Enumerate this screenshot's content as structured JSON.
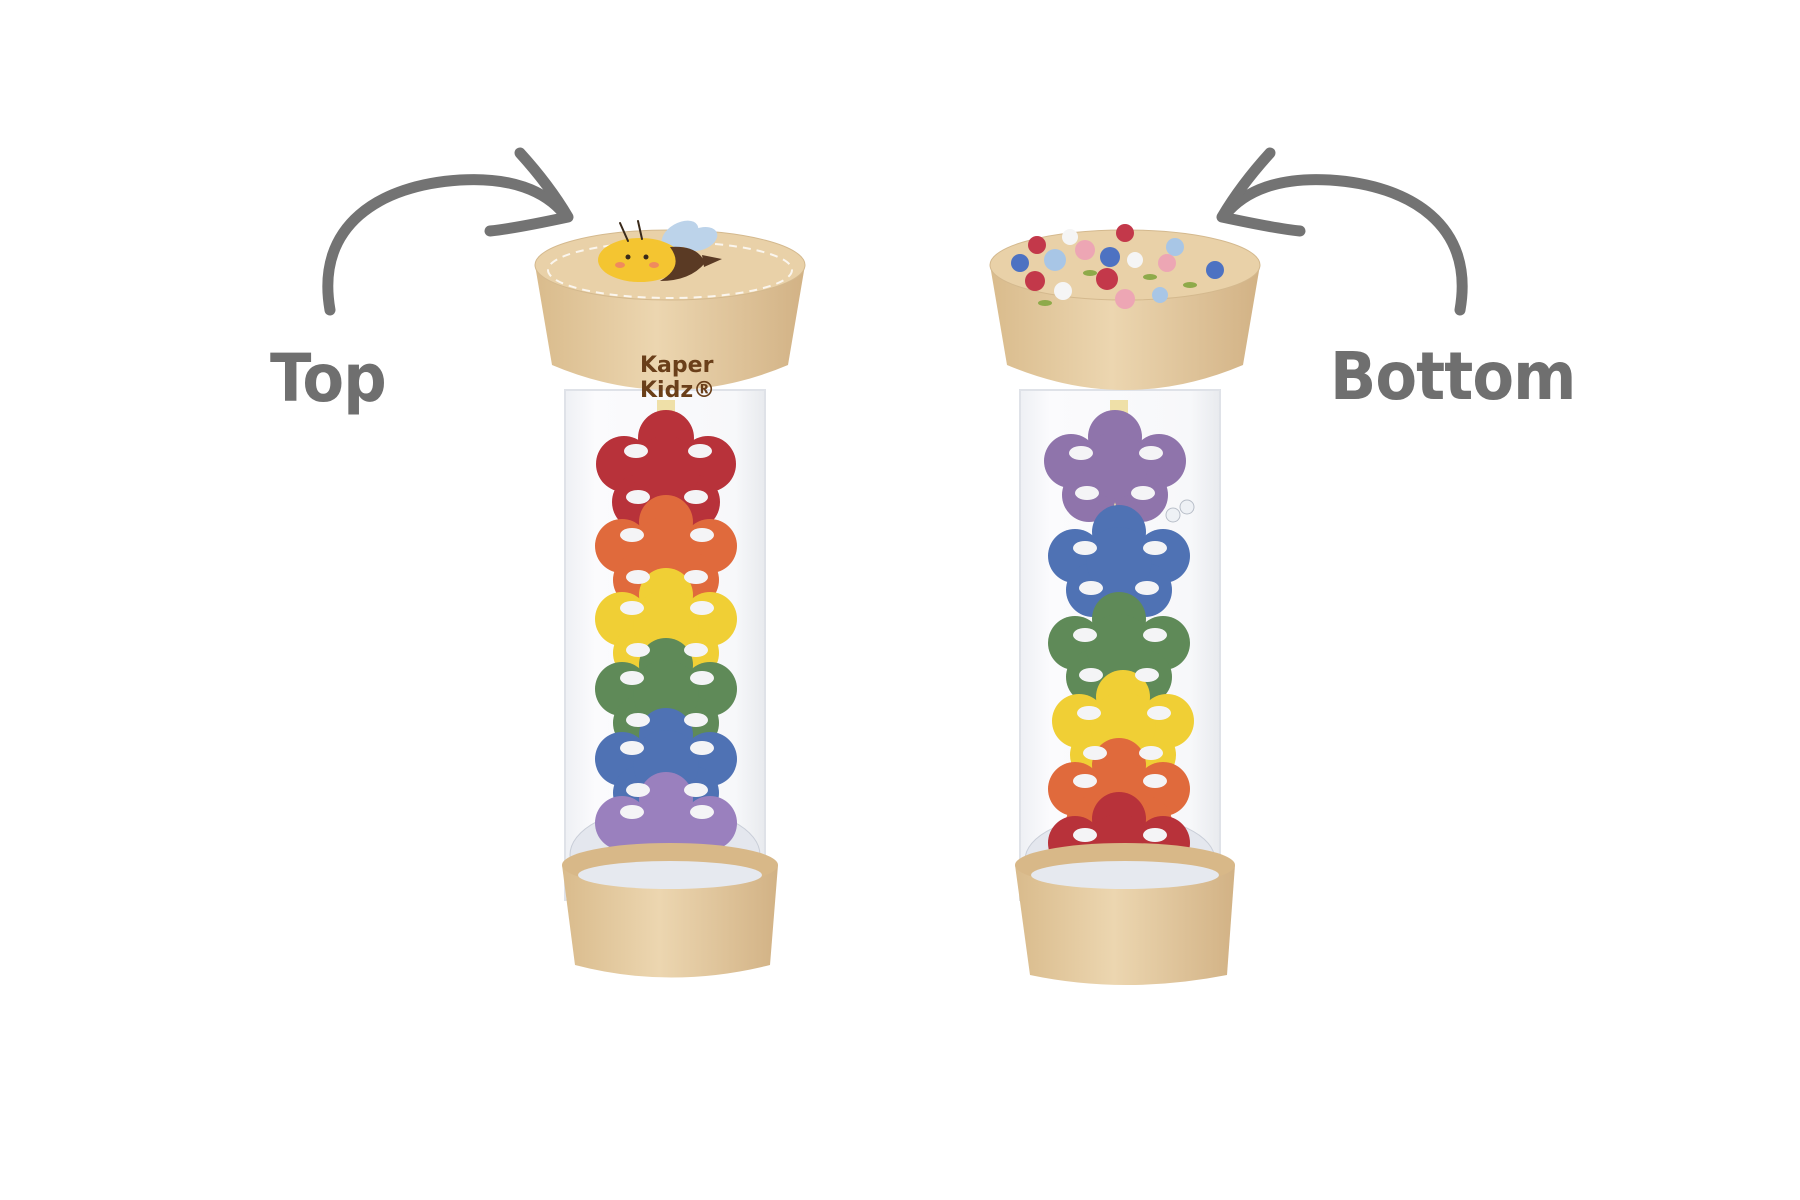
{
  "labels": {
    "top": "Top",
    "bottom": "Bottom"
  },
  "products": [
    {
      "name": "left-rainmaker",
      "view": "Top",
      "cap_art": "bee",
      "brand_line1": "Kaper",
      "brand_line2": "Kidz®",
      "discs_top_to_bottom": [
        "red",
        "orange",
        "yellow",
        "green",
        "blue",
        "purple"
      ]
    },
    {
      "name": "right-rainmaker",
      "view": "Bottom",
      "cap_art": "flowers",
      "discs_top_to_bottom": [
        "purple",
        "blue",
        "green",
        "yellow",
        "orange",
        "red"
      ]
    }
  ],
  "colors": {
    "background": "#ffffff",
    "label_gray": "#6f6f6f",
    "wood": "#e3c9a0",
    "wood_dark": "#c9a675",
    "red": "#b8323a",
    "orange": "#e06a3c",
    "yellow": "#f0cf35",
    "green": "#5f8a58",
    "blue": "#4f72b4",
    "purple": "#9a80be"
  }
}
